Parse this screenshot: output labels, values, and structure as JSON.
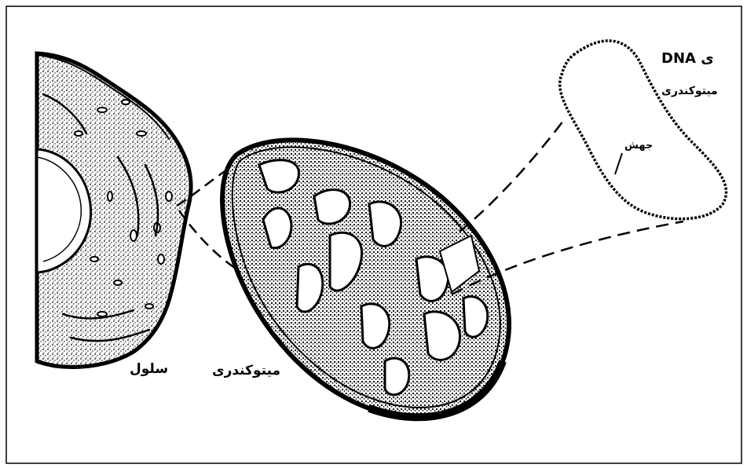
{
  "labels": {
    "cell": "سلول",
    "mitochondrion": "میتوکندری",
    "dna_line1": "DNA ی",
    "dna_line2": "میتوکندری",
    "mutation": "جهش"
  }
}
